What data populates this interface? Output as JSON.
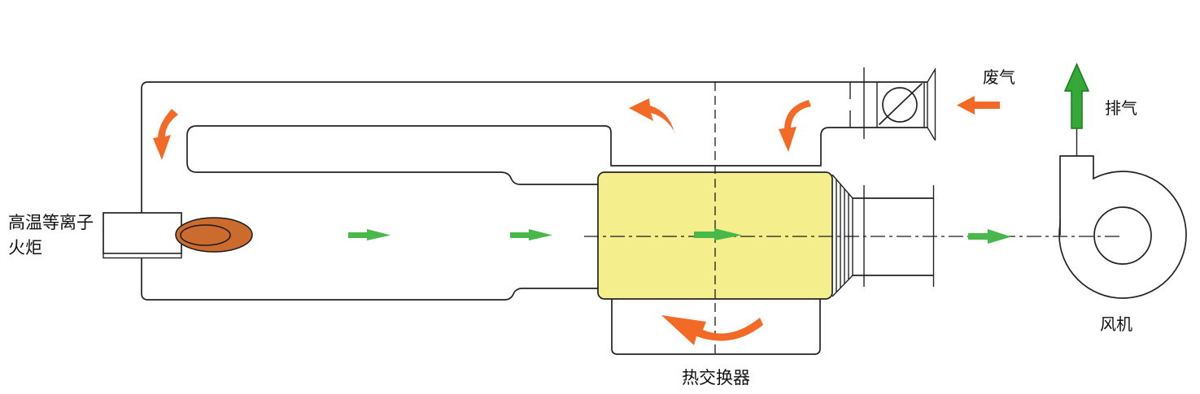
{
  "diagram": {
    "title": "plasma waste gas treatment system schematic",
    "labels": {
      "torch_line1": "高温等离子",
      "torch_line2": "火炬",
      "waste_gas": "废气",
      "exhaust": "排气",
      "fan": "风机",
      "heat_exchanger": "热交换器"
    },
    "colors": {
      "line": "#232323",
      "orange_arrow": "#f26a25",
      "flame_fill": "#cb6c2e",
      "flame_stroke": "#1a1a1a",
      "green_arrow": "#48b84a",
      "exhaust_arrow_fill": "#35a838",
      "exhaust_arrow_stroke": "#167c19",
      "heat_exchanger_fill": "#f4ee8c",
      "background": "#ffffff"
    }
  }
}
